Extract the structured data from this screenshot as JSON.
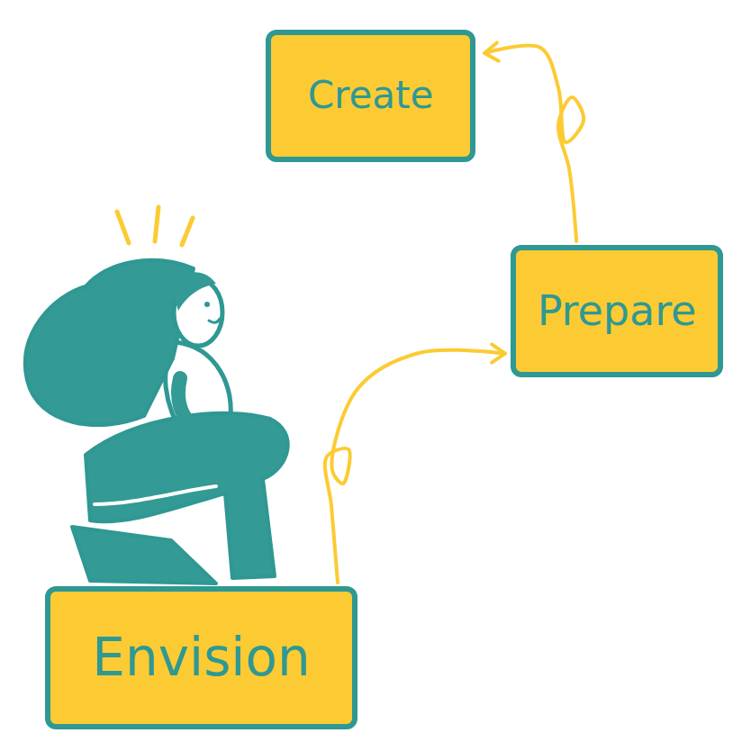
{
  "diagram": {
    "nodes": [
      {
        "text": [
          "Envision"
        ]
      },
      {
        "text": [
          "Prepare"
        ]
      },
      {
        "text": [
          "Create"
        ]
      }
    ],
    "edges": [
      {
        "from": 0,
        "to": 1,
        "arrow": "to"
      },
      {
        "from": 1,
        "to": 2,
        "arrow": "to"
      }
    ]
  }
}
